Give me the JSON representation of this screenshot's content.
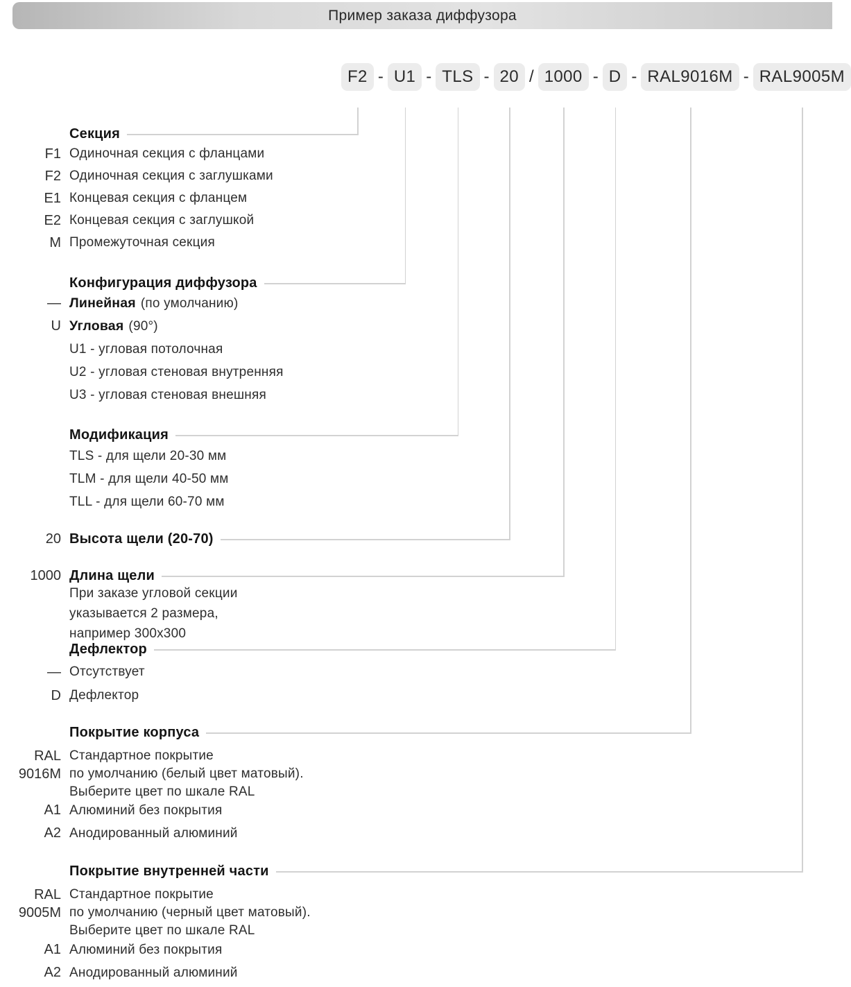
{
  "colors": {
    "box_bg": "#ececec",
    "connector": "#d2d2d2",
    "bar_left": "#b6b6b6",
    "bar_mid": "#e3e3e3",
    "bar_right": "#c7c7c7",
    "text": "#2e2e2e",
    "heading": "#151515"
  },
  "header": {
    "title": "Пример заказа диффузора"
  },
  "code": {
    "segments": [
      "F2",
      "U1",
      "TLS",
      "20",
      "1000",
      "D",
      "RAL9016M",
      "RAL9005M"
    ],
    "separators": [
      "-",
      "-",
      "-",
      "/",
      "-",
      "-",
      "-"
    ]
  },
  "sections": {
    "section": {
      "heading": "Секция",
      "items": [
        {
          "code": "F1",
          "text": "Одиночная секция с фланцами"
        },
        {
          "code": "F2",
          "text": "Одиночная секция с заглушками"
        },
        {
          "code": "E1",
          "text": "Концевая секция с фланцем"
        },
        {
          "code": "E2",
          "text": "Концевая секция с заглушкой"
        },
        {
          "code": "M",
          "text": "Промежуточная секция"
        }
      ]
    },
    "config": {
      "heading": "Конфигурация диффузора",
      "linear": {
        "code": "—",
        "bold": "Линейная",
        "rest": "(по умолчанию)"
      },
      "angular": {
        "code": "U",
        "bold": "Угловая",
        "rest": "(90°)"
      },
      "subs": [
        "U1 - угловая потолочная",
        "U2 - угловая стеновая внутренняя",
        "U3 - угловая стеновая внешняя"
      ]
    },
    "modification": {
      "heading": "Модификация",
      "items": [
        "TLS -  для щели 20-30 мм",
        "TLM -  для щели 40-50 мм",
        "TLL -  для щели 60-70 мм"
      ]
    },
    "slot_height": {
      "code": "20",
      "heading": "Высота щели (20-70)"
    },
    "slot_length": {
      "code": "1000",
      "heading": "Длина щели",
      "note": [
        "При заказе угловой секции",
        "указывается 2 размера,",
        "например 300x300"
      ]
    },
    "deflector": {
      "heading": "Дефлектор",
      "items": [
        {
          "code": "—",
          "text": "Отсутствует"
        },
        {
          "code": "D",
          "text": "Дефлектор"
        }
      ]
    },
    "coating_body": {
      "heading": "Покрытие корпуса",
      "code_lines": [
        "RAL",
        "9016M"
      ],
      "text_lines": [
        "Стандартное покрытие",
        "по умолчанию (белый цвет матовый).",
        "Выберите цвет по шкале RAL"
      ],
      "items": [
        {
          "code": "A1",
          "text": "Алюминий без покрытия"
        },
        {
          "code": "A2",
          "text": "Анодированный алюминий"
        }
      ]
    },
    "coating_inner": {
      "heading": "Покрытие внутренней части",
      "code_lines": [
        "RAL",
        "9005M"
      ],
      "text_lines": [
        "Стандартное покрытие",
        "по умолчанию (черный цвет матовый).",
        "Выберите цвет по шкале RAL"
      ],
      "items": [
        {
          "code": "A1",
          "text": "Алюминий без покрытия"
        },
        {
          "code": "A2",
          "text": "Анодированный алюминий"
        }
      ]
    }
  }
}
